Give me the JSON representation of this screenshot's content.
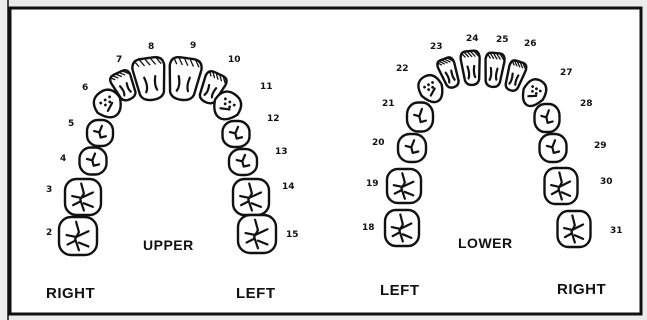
{
  "upper": {
    "label": "UPPER",
    "right_label": "RIGHT",
    "left_label": "LEFT",
    "tooth_numbers": [
      "2",
      "3",
      "4",
      "5",
      "6",
      "7",
      "8",
      "9",
      "10",
      "11",
      "12",
      "13",
      "14",
      "15"
    ]
  },
  "lower": {
    "label": "LOWER",
    "left_label": "LEFT",
    "right_label": "RIGHT",
    "tooth_numbers": [
      "18",
      "19",
      "20",
      "21",
      "22",
      "23",
      "24",
      "25",
      "26",
      "27",
      "28",
      "29",
      "30",
      "31"
    ]
  }
}
